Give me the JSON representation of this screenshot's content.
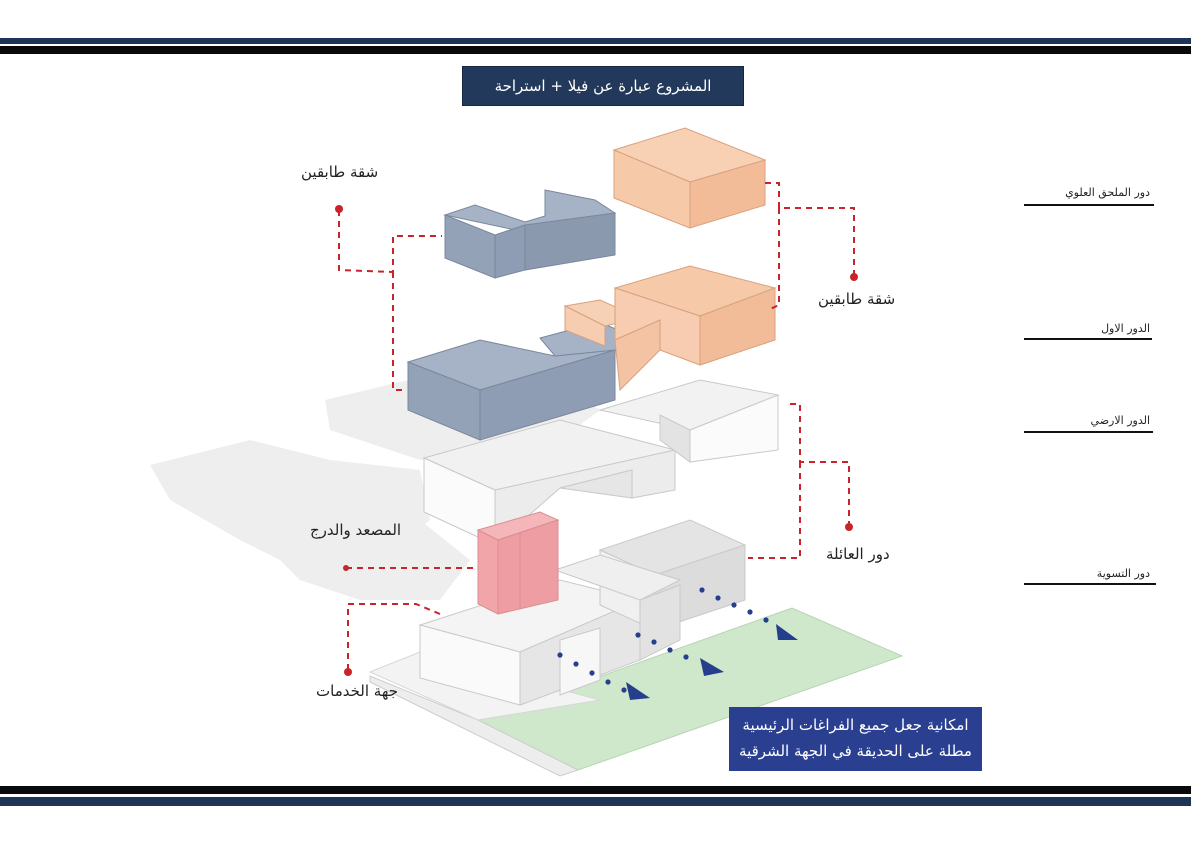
{
  "title": "المشروع عبارة عن فيلا + استراحة",
  "labels": {
    "apartment_left": "شقة طابقين",
    "apartment_right": "شقة طابقين",
    "elevator_stairs": "المصعد والدرج",
    "family_floor": "دور العائلة",
    "services_side": "جهة الخدمات"
  },
  "floors": [
    {
      "label": "دور الملحق العلوي"
    },
    {
      "label": "الدور الاول"
    },
    {
      "label": "الدور الارضي"
    },
    {
      "label": "دور التسوية"
    }
  ],
  "callout": {
    "line1": "امكانية جعل جميع الفراغات الرئيسية",
    "line2": "مطلة على الحديقة في الجهة الشرقية"
  },
  "colors": {
    "navy_band": "#1f3558",
    "title_box": "#22395c",
    "callout_box": "#2a3f8f",
    "blue_volume": "#8e9db3",
    "peach_volume": "#f3c3a4",
    "pink_volume": "#f2a5a8",
    "white_volume": "#f4f4f4",
    "garden": "#cfe8cc",
    "leader_red": "#c8242a",
    "arrow_blue": "#243f8c"
  }
}
